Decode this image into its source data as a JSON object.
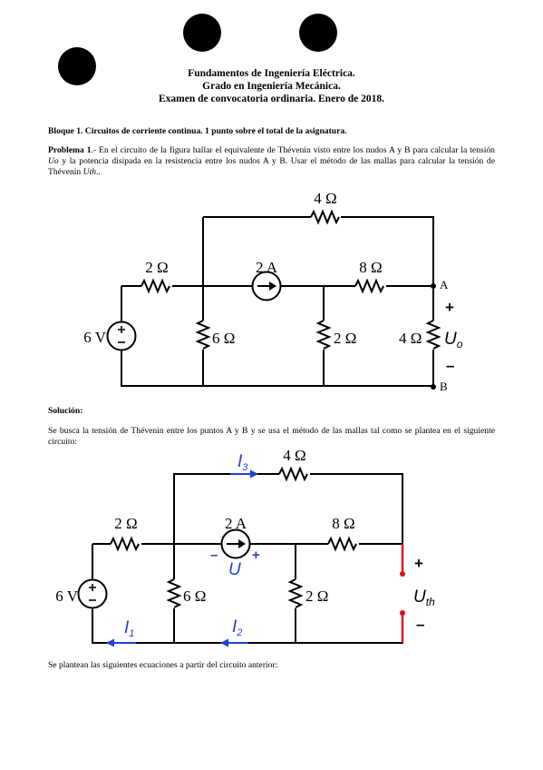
{
  "header": {
    "line1": "Fundamentos de Ingeniería Eléctrica.",
    "line2": "Grado en Ingeniería Mecánica.",
    "line3": "Examen de convocatoria ordinaria. Enero de 2018."
  },
  "bloque": "Bloque 1. Circuitos de corriente continua. 1 punto sobre el total de la asignatura.",
  "problema": {
    "label": "Problema 1",
    "text1": ".- En el circuito de la figura hallar el equivalente de Thévenin visto entre los nudos A y B para calcular la tensión ",
    "uo": "Uo",
    "text2": " y la potencia disipada en la resistencia entre los nudos A y B. Usar el método de las mallas para calcular la tensión de Thévenin ",
    "uth": "Uth",
    "text3": ".."
  },
  "circuit1": {
    "r_top": "4 Ω",
    "r_left": "2 Ω",
    "source_i": "2 A",
    "r_right": "8 Ω",
    "node_a": "A",
    "node_b": "B",
    "plus": "+",
    "minus": "–",
    "source_v": "6 V",
    "r_mid1": "6 Ω",
    "r_mid2": "2 Ω",
    "r_load": "4 Ω",
    "uo_main": "U",
    "uo_sub": "o"
  },
  "solucion": {
    "title": "Solución:",
    "text": "Se busca la tensión de Thévenin entre los puntos A y B y se usa el método de las mallas tal como se plantea en el siguiente circuito:"
  },
  "circuit2": {
    "i3_main": "I",
    "i3_sub": "3",
    "r_top": "4 Ω",
    "r_left": "2 Ω",
    "source_i": "2 A",
    "r_right": "8 Ω",
    "u_minus": "–",
    "u_plus": "+",
    "u_label": "U",
    "plus": "+",
    "minus": "–",
    "source_v": "6 V",
    "r_mid1": "6 Ω",
    "r_mid2": "2 Ω",
    "uth_main": "U",
    "uth_sub": "th",
    "i1_main": "I",
    "i1_sub": "1",
    "i2_main": "I",
    "i2_sub": "2"
  },
  "closing": "Se plantean las siguientes ecuaciones a partir del circuito anterior:",
  "colors": {
    "mesh": "#1f3fd8",
    "open_terminal": "#e01010",
    "wire": "#000000"
  }
}
